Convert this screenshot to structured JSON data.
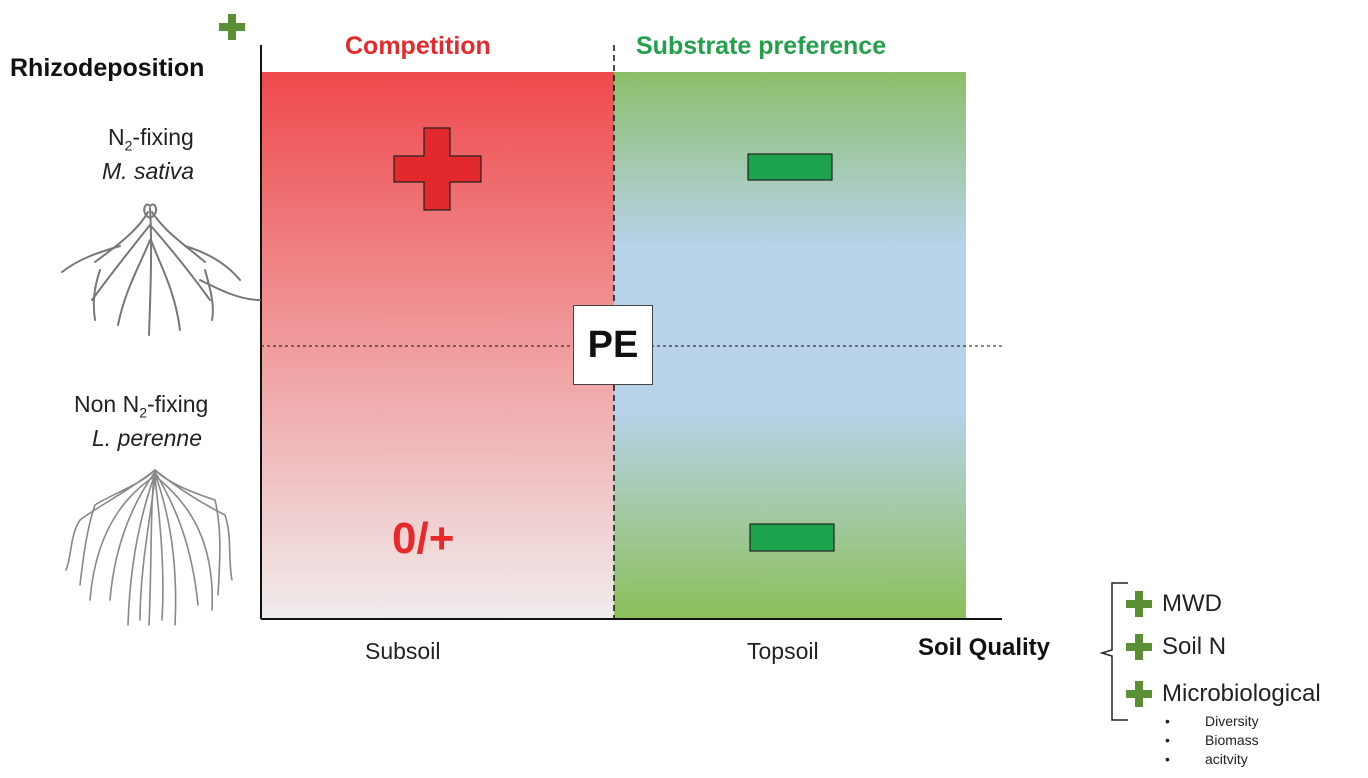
{
  "y_axis": {
    "label": "Rhizodeposition"
  },
  "x_axis": {
    "label": "Soil Quality"
  },
  "columns": [
    {
      "label": "Subsoil",
      "header": "Competition",
      "header_color": "#e8292b"
    },
    {
      "label": "Topsoil",
      "header": "Substrate preference",
      "header_color": "#22a04a"
    }
  ],
  "rows": [
    {
      "line1_prefix": "N",
      "line1_sub": "2",
      "line1_suffix": "-fixing",
      "species": "M. sativa"
    },
    {
      "line1_prefix": "Non N",
      "line1_sub": "2",
      "line1_suffix": "-fixing",
      "species": "L. perenne"
    }
  ],
  "center_label": "PE",
  "cells": {
    "subsoil_bottom": "0/+"
  },
  "soil_quality": {
    "items": [
      "MWD",
      "Soil N",
      "Microbiological"
    ],
    "sub_items": [
      "Diversity",
      "Biomass",
      "acitvity"
    ],
    "bullet": "•"
  },
  "colors": {
    "red_top": "#ef4a4d",
    "red_bottom": "#f0eded",
    "green": "#8fbf66",
    "blue": "#b8d2ea",
    "plus_green": "#5a8f35",
    "minus_green": "#1ea34d"
  }
}
